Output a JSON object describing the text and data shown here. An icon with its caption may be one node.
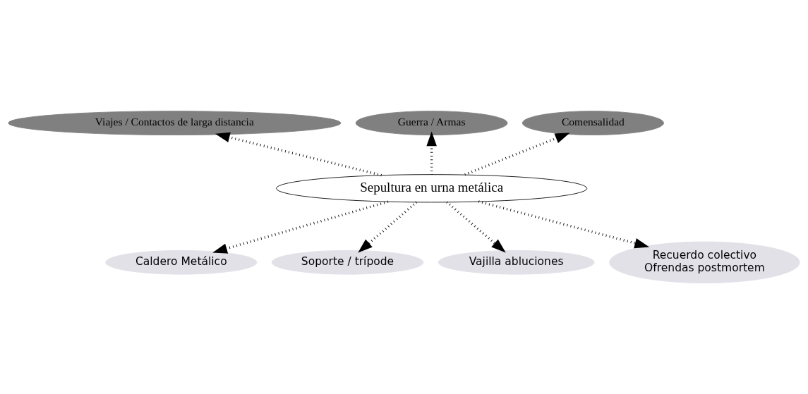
{
  "diagram": {
    "nodes": [
      {
        "text": [
          "Sepultura en urna metálica"
        ]
      },
      {
        "text": [
          "Viajes / Contactos de larga distancia"
        ]
      },
      {
        "text": [
          "Guerra / Armas"
        ]
      },
      {
        "text": [
          "Comensalidad"
        ]
      },
      {
        "text": [
          "Caldero Metálico"
        ]
      },
      {
        "text": [
          "Soporte / trípode"
        ]
      },
      {
        "text": [
          "Vajilla abluciones"
        ]
      },
      {
        "text": [
          "Recuerdo colectivo",
          "Ofrendas postmortem"
        ]
      }
    ],
    "edges": [
      {
        "from": 0,
        "to": 1,
        "arrow": "to"
      },
      {
        "from": 0,
        "to": 2,
        "arrow": "to"
      },
      {
        "from": 0,
        "to": 3,
        "arrow": "to"
      },
      {
        "from": 0,
        "to": 4,
        "arrow": "to"
      },
      {
        "from": 0,
        "to": 5,
        "arrow": "to"
      },
      {
        "from": 0,
        "to": 6,
        "arrow": "to"
      },
      {
        "from": 0,
        "to": 7,
        "arrow": "to"
      }
    ]
  }
}
